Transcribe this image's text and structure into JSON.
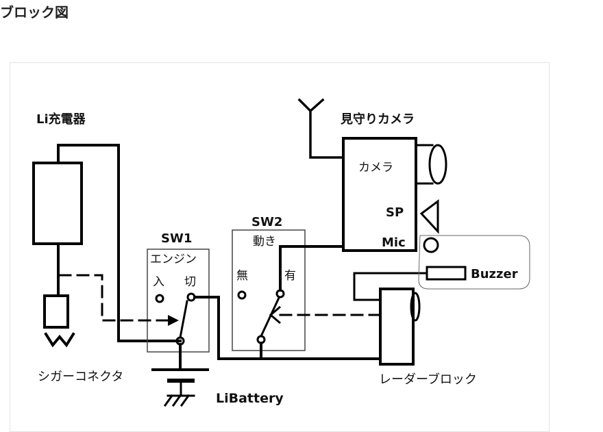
{
  "page": {
    "heading": "ブロック図"
  },
  "diagram": {
    "charger_label": "Li充電器",
    "cigar_label": "シガーコネクタ",
    "battery_label": "LiBattery",
    "sw1": {
      "title": "SW1",
      "subtitle": "エンジン",
      "on_label": "入",
      "off_label": "切"
    },
    "sw2": {
      "title": "SW2",
      "subtitle": "動き",
      "off_label": "無",
      "on_label": "有"
    },
    "camera_title": "見守りカメラ",
    "camera_inner": "カメラ",
    "sp_label": "SP",
    "mic_label": "Mic",
    "buzzer_label": "Buzzer",
    "radar_label": "レーダーブロック"
  }
}
